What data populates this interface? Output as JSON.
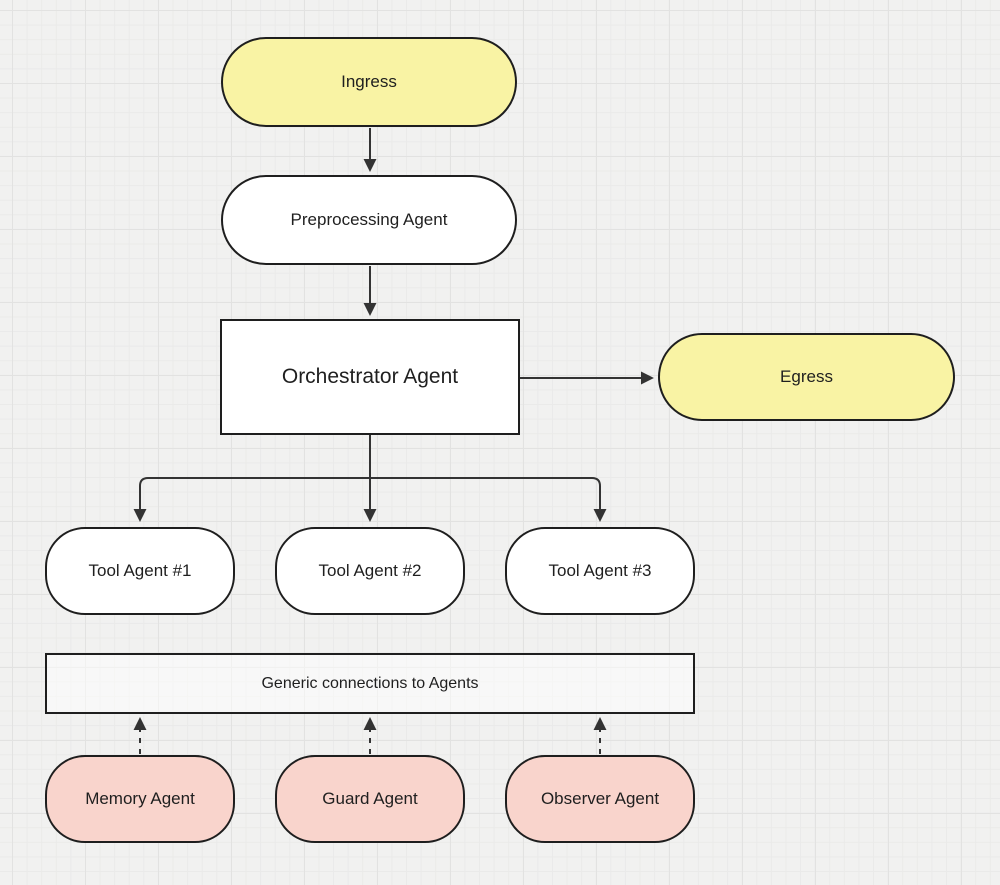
{
  "diagram": {
    "nodes": {
      "ingress": {
        "label": "Ingress",
        "kind": "terminal"
      },
      "preprocessing": {
        "label": "Preprocessing Agent",
        "kind": "agent"
      },
      "orchestrator": {
        "label": "Orchestrator Agent",
        "kind": "agent"
      },
      "egress": {
        "label": "Egress",
        "kind": "terminal"
      },
      "tool1": {
        "label": "Tool Agent #1",
        "kind": "agent"
      },
      "tool2": {
        "label": "Tool Agent #2",
        "kind": "agent"
      },
      "tool3": {
        "label": "Tool Agent #3",
        "kind": "agent"
      },
      "bus": {
        "label": "Generic connections to Agents",
        "kind": "connector-bus"
      },
      "memory": {
        "label": "Memory Agent",
        "kind": "support"
      },
      "guard": {
        "label": "Guard Agent",
        "kind": "support"
      },
      "observer": {
        "label": "Observer Agent",
        "kind": "support"
      }
    },
    "edges": [
      {
        "from": "ingress",
        "to": "preprocessing",
        "style": "solid-arrow"
      },
      {
        "from": "preprocessing",
        "to": "orchestrator",
        "style": "solid-arrow"
      },
      {
        "from": "orchestrator",
        "to": "egress",
        "style": "solid-arrow"
      },
      {
        "from": "orchestrator",
        "to": "tool1",
        "style": "solid-arrow"
      },
      {
        "from": "orchestrator",
        "to": "tool2",
        "style": "solid-arrow"
      },
      {
        "from": "orchestrator",
        "to": "tool3",
        "style": "solid-arrow"
      },
      {
        "from": "memory",
        "to": "bus",
        "style": "dashed-arrow"
      },
      {
        "from": "guard",
        "to": "bus",
        "style": "dashed-arrow"
      },
      {
        "from": "observer",
        "to": "bus",
        "style": "dashed-arrow"
      }
    ],
    "colors": {
      "terminal_fill": "#F9F3A4",
      "agent_fill": "#FFFFFF",
      "support_fill": "#F9D4CC",
      "stroke": "#1E1E1E",
      "arrow": "#333333",
      "canvas_bg": "#F1F1F0",
      "text": "#1F1F1F"
    }
  }
}
